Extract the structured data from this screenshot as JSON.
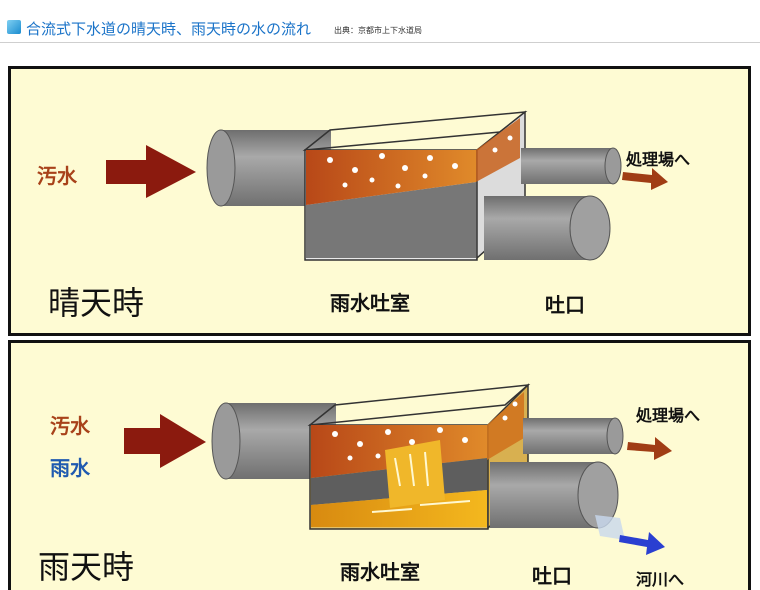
{
  "header": {
    "title": "合流式下水道の晴天時、雨天時の水の流れ",
    "source": "出典：京都市上下水道局"
  },
  "panel_dry": {
    "inflow_label": "汚水",
    "weather_label": "晴天時",
    "chamber_label": "雨水吐室",
    "outlet_label": "吐口",
    "treatment_label": "処理場へ"
  },
  "panel_rain": {
    "inflow_sewage_label": "汚水",
    "inflow_rain_label": "雨水",
    "weather_label": "雨天時",
    "chamber_label": "雨水吐室",
    "outlet_label": "吐口",
    "treatment_label": "処理場へ",
    "river_label": "河川へ"
  },
  "colors": {
    "panel_bg": "#fefbd3",
    "sewage_arrow": "#8b1a0e",
    "sewage_water": "#c0521a",
    "rain_arrow": "#2a3fd1",
    "pipe_gray": "#8f8f8f",
    "title_blue": "#1a73c8"
  }
}
